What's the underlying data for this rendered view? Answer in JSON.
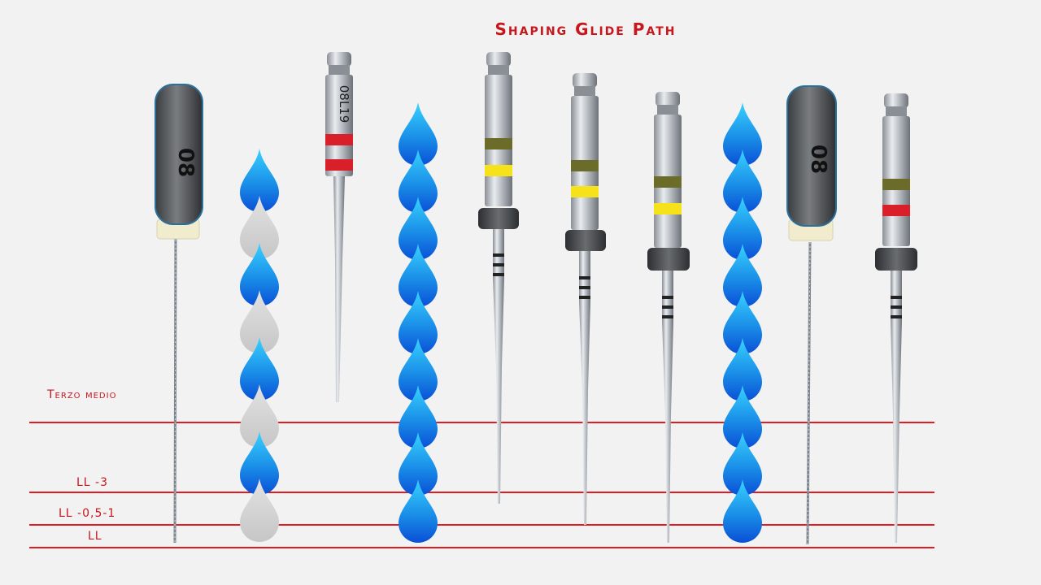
{
  "title": "Shaping Glide Path",
  "levels": {
    "terzo_medio": "Terzo medio",
    "ll_3": "LL -3",
    "ll_05_1": "LL -0,5-1",
    "ll": "LL"
  },
  "instruments": {
    "hand_file_1_code": "08",
    "rotary_file_code": "08L19",
    "hand_file_2_code": "08"
  },
  "colors": {
    "accent": "#e01b22",
    "drop_blue": "#1a8fe8",
    "drop_grey": "#cfcfcf",
    "band_red": "#d9202a",
    "band_yellow": "#f5e21a",
    "band_olive": "#6b6b2a"
  }
}
